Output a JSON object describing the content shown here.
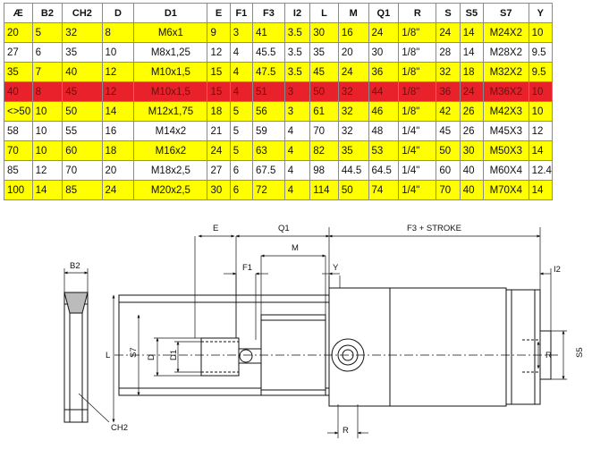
{
  "table": {
    "headers": [
      "Æ",
      "B2",
      "CH2",
      "D",
      "D1",
      "E",
      "F1",
      "F3",
      "I2",
      "L",
      "M",
      "Q1",
      "R",
      "S",
      "S5",
      "S7",
      "Y"
    ],
    "rows": [
      {
        "style": "yellow",
        "cells": [
          "20",
          "5",
          "32",
          "8",
          "M6x1",
          "9",
          "3",
          "41",
          "3.5",
          "30",
          "16",
          "24",
          "1/8\"",
          "24",
          "14",
          "M24X2",
          "10"
        ]
      },
      {
        "style": "white",
        "cells": [
          "27",
          "6",
          "35",
          "10",
          "M8x1,25",
          "12",
          "4",
          "45.5",
          "3.5",
          "35",
          "20",
          "30",
          "1/8\"",
          "28",
          "14",
          "M28X2",
          "9.5"
        ]
      },
      {
        "style": "yellow",
        "cells": [
          "35",
          "7",
          "40",
          "12",
          "M10x1,5",
          "15",
          "4",
          "47.5",
          "3.5",
          "45",
          "24",
          "36",
          "1/8\"",
          "32",
          "18",
          "M32X2",
          "9.5"
        ]
      },
      {
        "style": "red",
        "cells": [
          "40",
          "8",
          "45",
          "12",
          "M10x1,5",
          "15",
          "4",
          "51",
          "3",
          "50",
          "32",
          "44",
          "1/8\"",
          "36",
          "24",
          "M36X2",
          "10"
        ]
      },
      {
        "style": "yellow",
        "cells": [
          "<>50",
          "10",
          "50",
          "14",
          "M12x1,75",
          "18",
          "5",
          "56",
          "3",
          "61",
          "32",
          "46",
          "1/8\"",
          "42",
          "26",
          "M42X3",
          "10"
        ]
      },
      {
        "style": "white",
        "cells": [
          "58",
          "10",
          "55",
          "16",
          "M14x2",
          "21",
          "5",
          "59",
          "4",
          "70",
          "32",
          "48",
          "1/4\"",
          "45",
          "26",
          "M45X3",
          "12"
        ]
      },
      {
        "style": "yellow",
        "cells": [
          "70",
          "10",
          "60",
          "18",
          "M16x2",
          "24",
          "5",
          "63",
          "4",
          "82",
          "35",
          "53",
          "1/4\"",
          "50",
          "30",
          "M50X3",
          "14"
        ]
      },
      {
        "style": "white",
        "cells": [
          "85",
          "12",
          "70",
          "20",
          "M18x2,5",
          "27",
          "6",
          "67.5",
          "4",
          "98",
          "44.5",
          "64.5",
          "1/4\"",
          "60",
          "40",
          "M60X4",
          "12.4"
        ]
      },
      {
        "style": "yellow",
        "cells": [
          "100",
          "14",
          "85",
          "24",
          "M20x2,5",
          "30",
          "6",
          "72",
          "4",
          "114",
          "50",
          "74",
          "1/4\"",
          "70",
          "40",
          "M70X4",
          "14"
        ]
      }
    ]
  },
  "drawing": {
    "labels": {
      "E": "E",
      "Q1": "Q1",
      "F3_stroke": "F3 + STROKE",
      "M": "M",
      "B2": "B2",
      "F1": "F1",
      "Y": "Y",
      "I2": "I2",
      "L": "L",
      "S7": "S7",
      "D": "D",
      "D1": "D1",
      "R_right": "R",
      "S5": "S5",
      "R_bottom": "R",
      "CH2": "CH2"
    }
  }
}
